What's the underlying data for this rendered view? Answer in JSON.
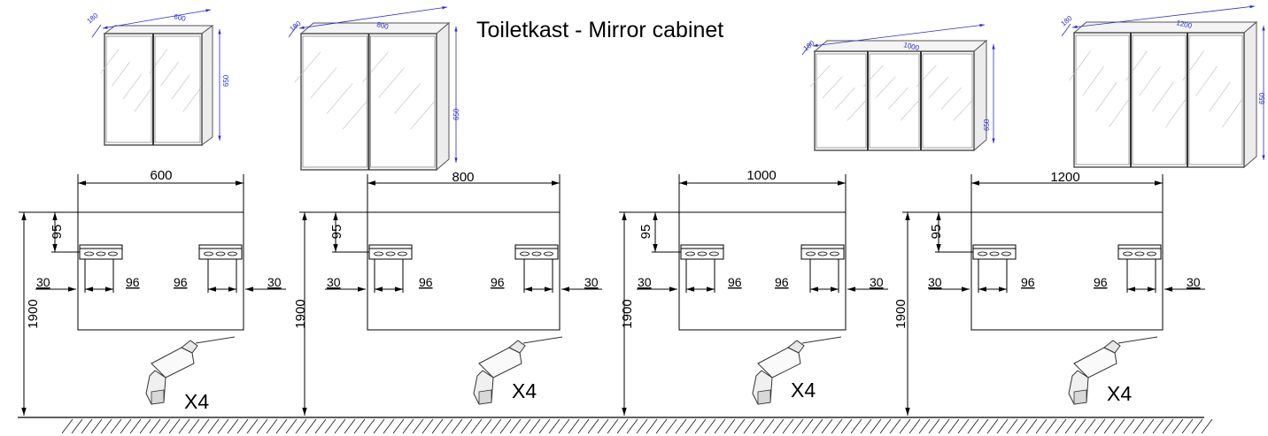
{
  "title": "Toiletkast -  Mirror cabinet",
  "colors": {
    "line": "#000000",
    "dimension_blue": "#2b2bd6",
    "glass_hatch": "#bbbbbb",
    "frame": "#555555"
  },
  "cabinets": [
    {
      "width": "600",
      "depth": "180",
      "height": "650",
      "doors": 2
    },
    {
      "width": "800",
      "depth": "180",
      "height": "650",
      "doors": 2
    },
    {
      "width": "1000",
      "depth": "180",
      "height": "650",
      "doors": 3
    },
    {
      "width": "1200",
      "depth": "180",
      "height": "650",
      "doors": 3
    }
  ],
  "wall_layouts": [
    {
      "width": "600",
      "offset_top": "95",
      "edge_left": "30",
      "edge_right": "30",
      "hole_left": "96",
      "hole_right": "96",
      "floor_height": "1900",
      "drill_count": "X4"
    },
    {
      "width": "800",
      "offset_top": "95",
      "edge_left": "30",
      "edge_right": "30",
      "hole_left": "96",
      "hole_right": "96",
      "floor_height": "1900",
      "drill_count": "X4"
    },
    {
      "width": "1000",
      "offset_top": "95",
      "edge_left": "30",
      "edge_right": "30",
      "hole_left": "96",
      "hole_right": "96",
      "floor_height": "1900",
      "drill_count": "X4"
    },
    {
      "width": "1200",
      "offset_top": "95",
      "edge_left": "30",
      "edge_right": "30",
      "hole_left": "96",
      "hole_right": "96",
      "floor_height": "1900",
      "drill_count": "X4"
    }
  ]
}
